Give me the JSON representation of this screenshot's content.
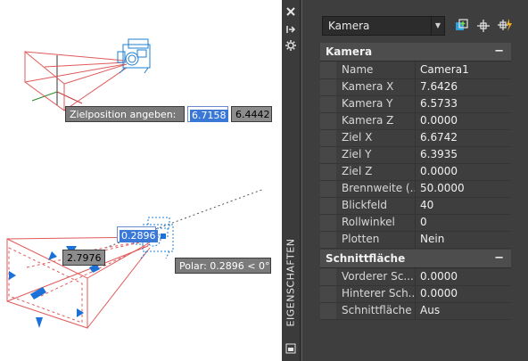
{
  "viewport": {
    "tooltip_top": {
      "prompt": "Zielposition angeben:",
      "value_active": "6.7158",
      "value_other": "6.4442"
    },
    "tooltip_bottom": {
      "value_active": "0.2896",
      "length": "2.7976",
      "polar": "Polar: 0.2896 < 0°"
    }
  },
  "palette": {
    "title": "EIGENSCHAFTEN",
    "strip_icons": [
      "close-icon",
      "auto-hide-icon",
      "settings-icon",
      "palette-menu-icon"
    ],
    "object_type": "Kamera",
    "toolbar_icons": [
      "toggle-pickadd-icon",
      "select-objects-icon",
      "quick-select-icon"
    ],
    "sections": [
      {
        "title": "Kamera",
        "collapse": "−",
        "rows": [
          {
            "label": "Name",
            "value": "Camera1"
          },
          {
            "label": "Kamera X",
            "value": "7.6426"
          },
          {
            "label": "Kamera Y",
            "value": "6.5733"
          },
          {
            "label": "Kamera Z",
            "value": "0.0000"
          },
          {
            "label": "Ziel X",
            "value": "6.6742"
          },
          {
            "label": "Ziel Y",
            "value": "6.3935"
          },
          {
            "label": "Ziel Z",
            "value": "0.0000"
          },
          {
            "label": "Brennweite (...",
            "value": "50.0000"
          },
          {
            "label": "Blickfeld",
            "value": "40"
          },
          {
            "label": "Rollwinkel",
            "value": "0"
          },
          {
            "label": "Plotten",
            "value": "Nein"
          }
        ]
      },
      {
        "title": "Schnittfläche",
        "collapse": "−",
        "rows": [
          {
            "label": "Vorderer Sc...",
            "value": "0.0000"
          },
          {
            "label": "Hinterer Sch...",
            "value": "0.0000"
          },
          {
            "label": "Schnittfläche",
            "value": "Aus"
          }
        ]
      }
    ]
  },
  "colors": {
    "frustum": "#e05a5a",
    "camera": "#1e7fd0",
    "grip": "#1a72d8",
    "palette_bg": "#3e3e3e"
  }
}
